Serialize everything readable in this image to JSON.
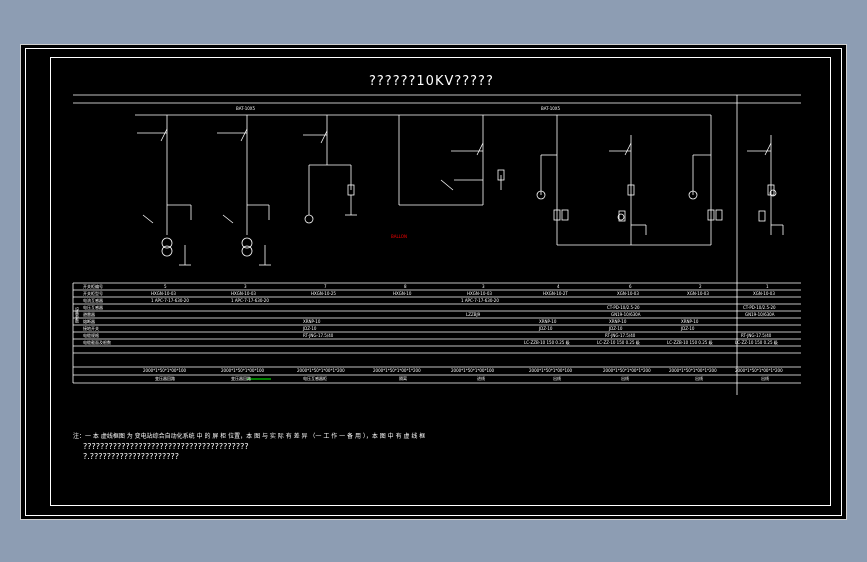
{
  "drawing": {
    "title": "??????10KV?????",
    "bus_label_left": "BAT-10X5",
    "bus_label_right": "BAT-10X5",
    "red_label": "BALLON",
    "notes": [
      "注：一 本 虚线框图 为 变电站综合自动化系统 中 的 屏 柜 位置，本 图 与 实 际 有 差 异 （一 工 作 一 备 用 ），本 图 中 有 虚 线 框",
      "???????????????????????????????????????",
      "?.?????????????????????"
    ]
  },
  "table": {
    "row_labels": [
      "开关柜编号",
      "开关柜型号",
      "电流互感器",
      "电压互感器",
      "避雷器",
      "熔断器",
      "接地开关",
      "电缆规格",
      "电缆截面及根数"
    ],
    "side_label": "设备参数",
    "columns": [
      {
        "num": "5",
        "model": "HXGN-10-03",
        "ct": "1 APC-7-17-630-20",
        "pt": "",
        "arrester": "",
        "fuse": "",
        "cable": "2000*1*50*1*00*100",
        "sub": "变压器回路"
      },
      {
        "num": "3",
        "model": "HXGN-10-03",
        "ct": "1 APC-7-17-630-20",
        "pt": "",
        "arrester": "",
        "fuse": "",
        "cable": "2000*1*50*1*00*100",
        "sub": "变压器回路"
      },
      {
        "num": "7",
        "model": "HXGN-10-25",
        "ct": "",
        "pt": "",
        "arrester": "JDZ-10",
        "fuse": "XRNP-10",
        "ground": "RT-JNG-17.5/40",
        "cable": "2000*1*50*1*00*1*200",
        "sub": "电压互感器柜"
      },
      {
        "num": "8",
        "model": "HXGN-10",
        "ct": "",
        "pt": "",
        "arrester": "",
        "fuse": "",
        "cable": "2000*1*50*1*00*1*200",
        "sub": "隔离"
      },
      {
        "num": "3",
        "model": "HXGN-10-03",
        "ct": "1 APC-7-17-630-20",
        "pt": "LZZBJ9",
        "arrester": "",
        "fuse": "",
        "cable": "2000*1*50*1*00*100",
        "sub": "进线"
      },
      {
        "num": "4",
        "model": "HXGN-10-2T",
        "ct": "",
        "pt": "",
        "arrester": "JDZ-10",
        "fuse": "XRNP-10",
        "ground": "",
        "cable2": "LC-ZZB-10 150 0.25 级",
        "cable": "2000*1*50*1*00*100",
        "sub": "出线"
      },
      {
        "num": "6",
        "model": "XGN-10-03",
        "ct": "CT-PD-10/2.5-20",
        "pt": "GN19-10/630A",
        "arrester": "JDZ-10",
        "fuse": "XRNP-10",
        "ground": "RT-JNG-17.5/40",
        "cable2": "LC-ZZ-10 150 0.25 级",
        "cable": "2000*1*50*1*00*1*200",
        "sub": "出线"
      },
      {
        "num": "2",
        "model": "XGN-10-03",
        "ct": "",
        "pt": "",
        "arrester": "JDZ-10",
        "fuse": "XRNP-10",
        "ground": "",
        "cable2": "LC-ZZB-10 150 0.25 级",
        "cable": "2000*1*50*1*00*1*200",
        "sub": "出线"
      },
      {
        "num": "1",
        "model": "XGN-10-03",
        "ct": "CT-PD-10/2.5-20",
        "pt": "GN19-10/630A",
        "arrester": "",
        "fuse": "",
        "ground": "RT-JNG-17.5/40",
        "cable2": "LC-ZZ-10 150 0.25 级",
        "cable": "2000*1*50*1*00*1*200",
        "sub": "出线"
      }
    ]
  }
}
